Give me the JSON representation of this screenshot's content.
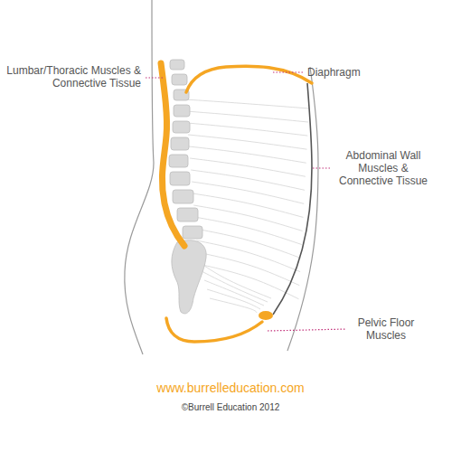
{
  "diagram": {
    "labels": [
      "Lumbar/Thoracic Muscles & Connective Tissue",
      "Diaphragm",
      "Abdominal Wall Muscles & Connective Tissue",
      "Pelvic Floor Muscles",
      "www.burrelleducation.com",
      "©Burrell Education 2012"
    ]
  }
}
